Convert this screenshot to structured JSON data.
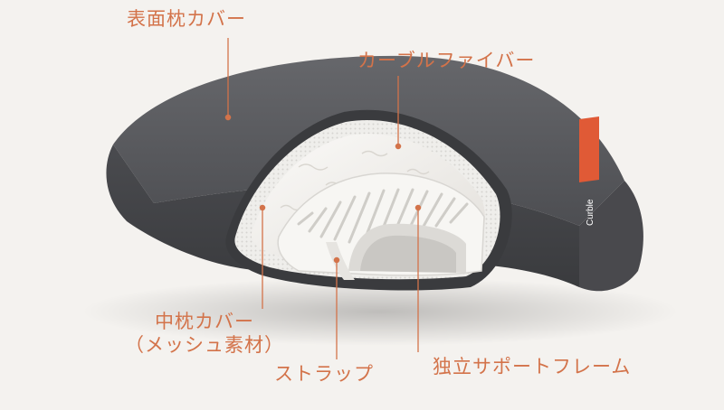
{
  "colors": {
    "accent": "#d3734a",
    "cover": "#55565a",
    "cover_dark": "#3f4043",
    "cover_light": "#6c6d71",
    "fiber": "#eeece8",
    "frame": "#f7f6f3",
    "tag": "#e05a36",
    "background": "#f4f2ef"
  },
  "labels": {
    "surface_cover": "表面枕カバー",
    "curved_fiber": "カーブルファイバー",
    "inner_cover_line1": "中枕カバー",
    "inner_cover_line2": "（メッシュ素材）",
    "strap": "ストラップ",
    "support_frame": "独立サポートフレーム"
  },
  "tag": {
    "brand": "Curble"
  }
}
